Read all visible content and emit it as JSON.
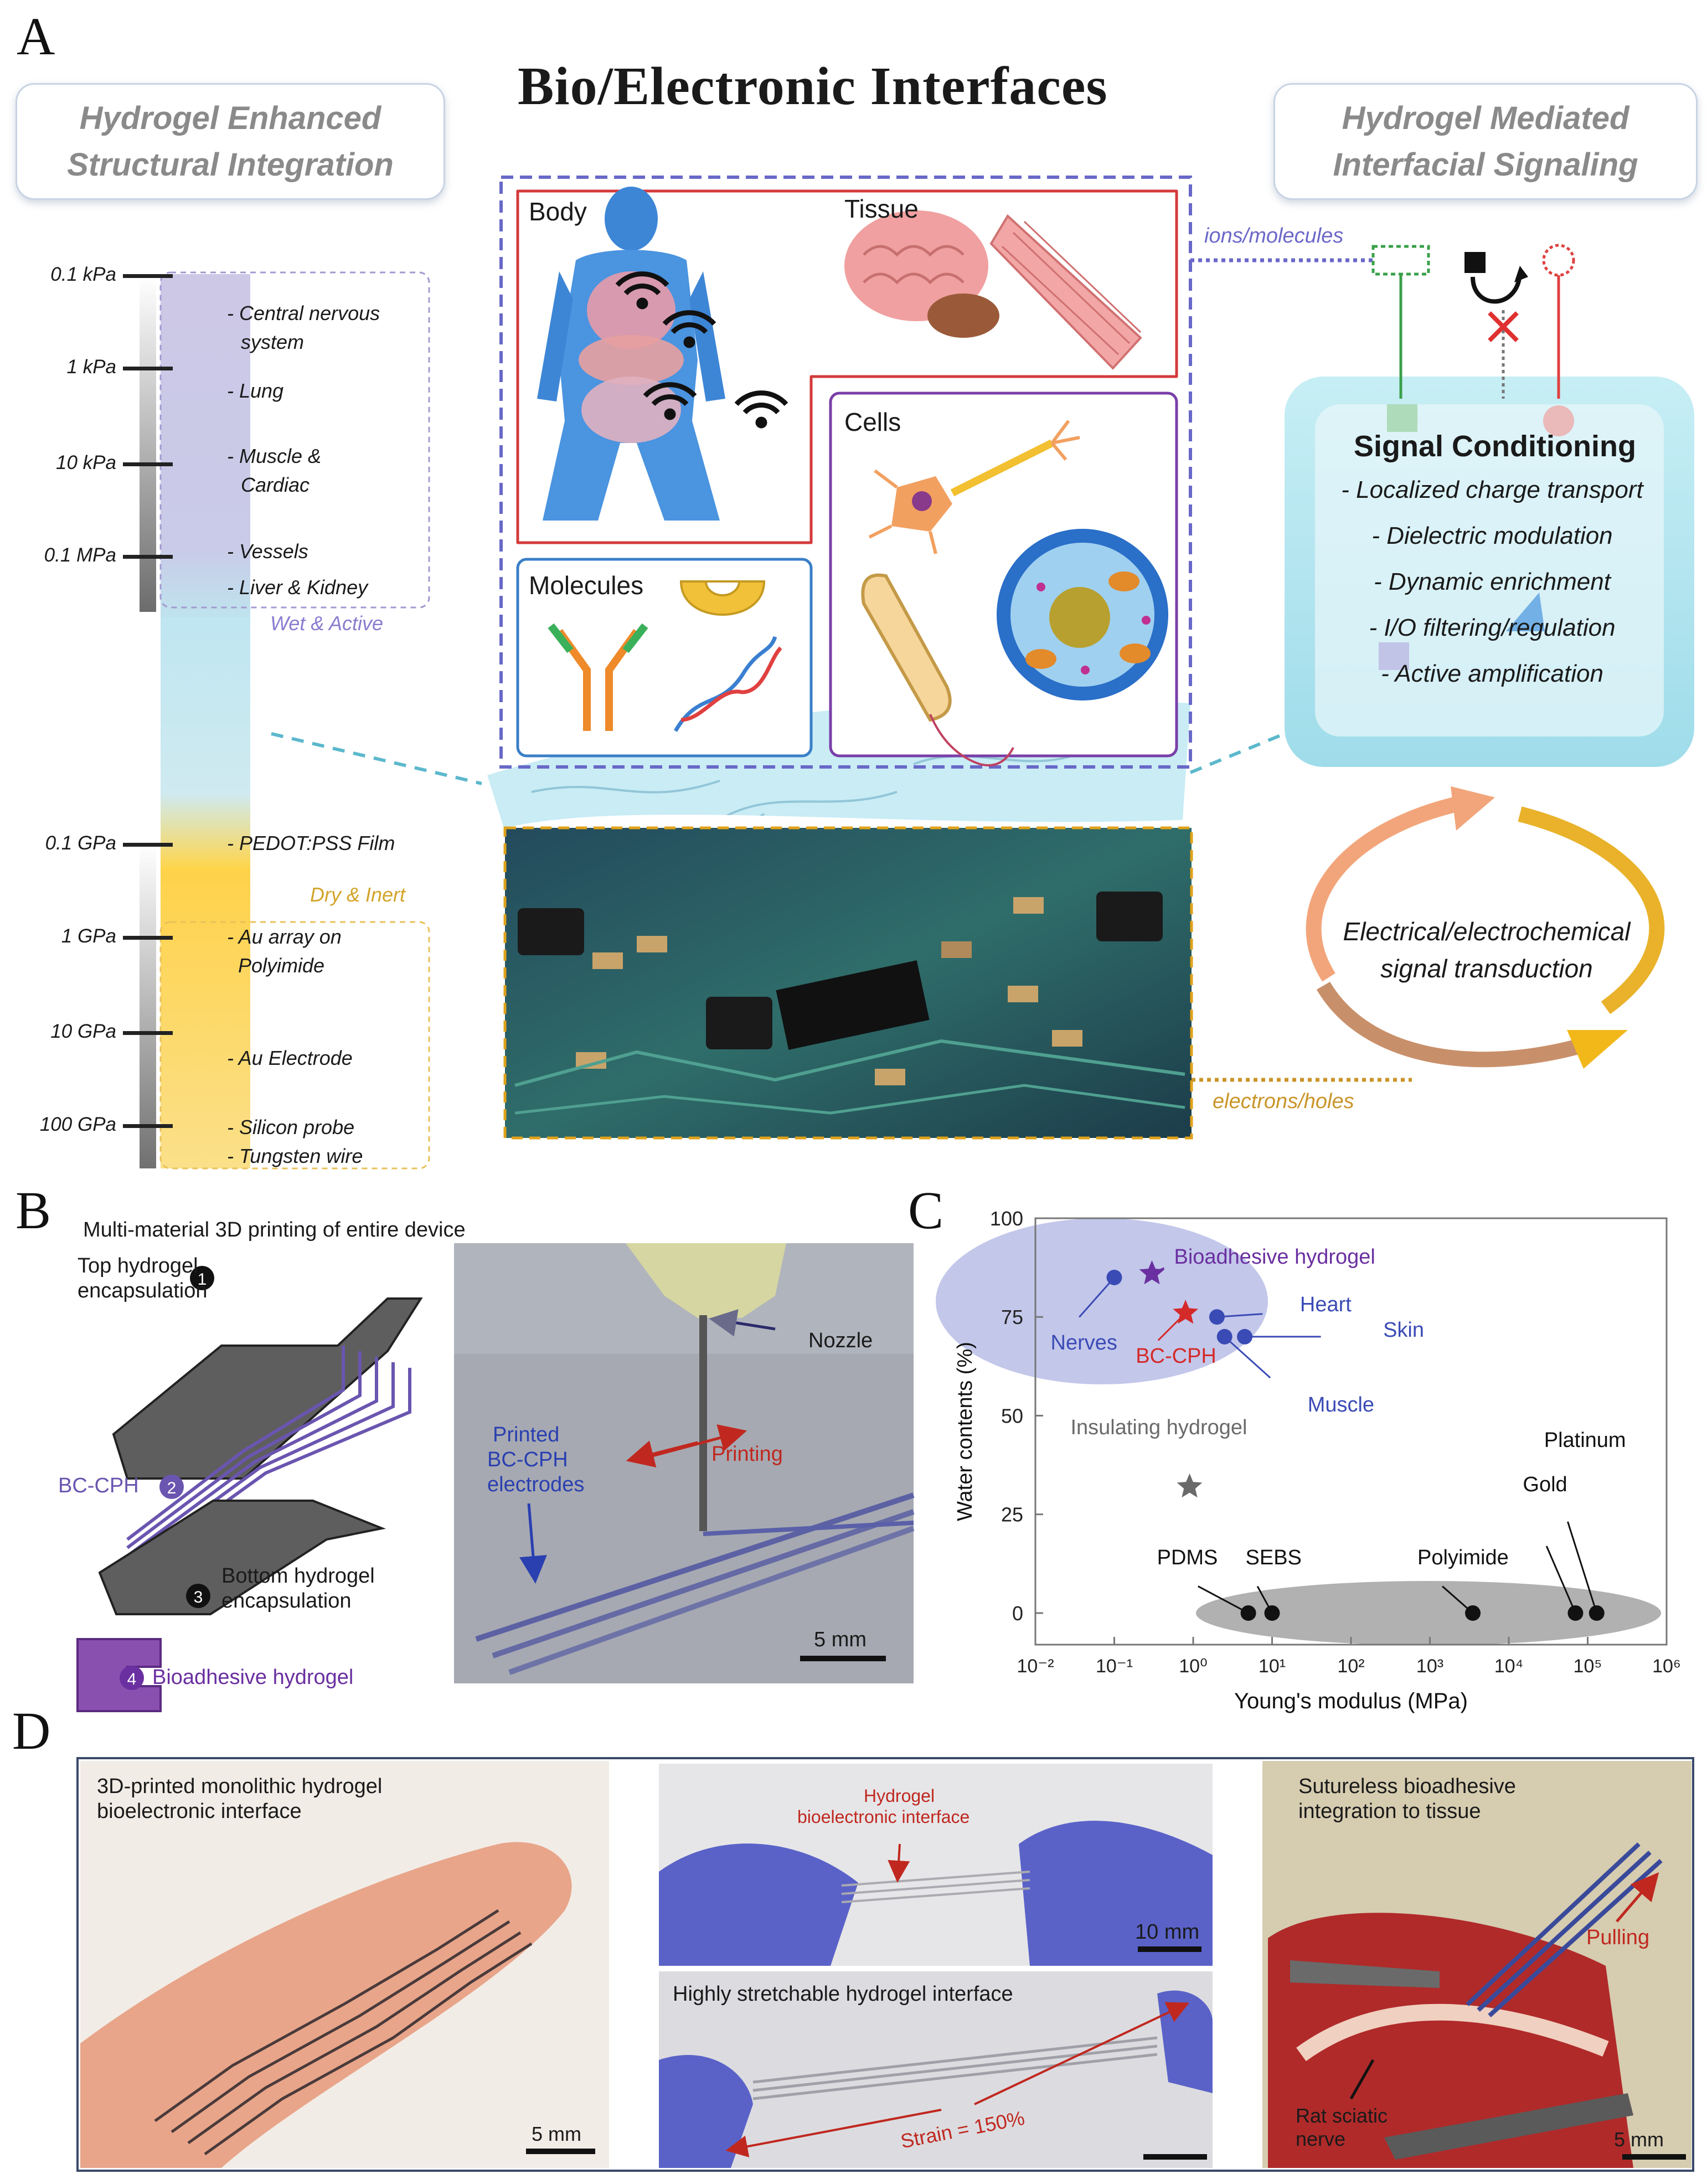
{
  "panels": {
    "a": "A",
    "b": "B",
    "c": "C",
    "d": "D"
  },
  "panel_a": {
    "title": "Bio/Electronic Interfaces",
    "left_header": [
      "Hydrogel Enhanced",
      "Structural Integration"
    ],
    "right_header": [
      "Hydrogel Mediated",
      "Interfacial Signaling"
    ],
    "scale_ticks": [
      "0.1 kPa",
      "1 kPa",
      "10 kPa",
      "0.1 MPa",
      "0.1 GPa",
      "1 GPa",
      "10 GPa",
      "100 GPa"
    ],
    "soft_items": [
      "- Central nervous",
      "system",
      "- Lung",
      "- Muscle &",
      "Cardiac",
      "- Vessels",
      "- Liver & Kidney"
    ],
    "wet_label": "Wet & Active",
    "hard_items": [
      "- PEDOT:PSS Film",
      "- Au array on",
      "Polyimide",
      "- Au Electrode",
      "- Silicon probe",
      "- Tungsten wire"
    ],
    "dry_label": "Dry & Inert",
    "bio_boxes": {
      "body": "Body",
      "tissue": "Tissue",
      "cells": "Cells",
      "molecules": "Molecules"
    },
    "ions_label": "ions/molecules",
    "electrons_label": "electrons/holes",
    "signal_title": "Signal Conditioning",
    "signal_items": [
      "- Localized charge transport",
      "- Dielectric modulation",
      "- Dynamic enrichment",
      "- I/O filtering/regulation",
      "- Active amplification"
    ],
    "transduction": [
      "Electrical/electrochemical",
      "signal transduction"
    ]
  },
  "panel_b": {
    "caption": "Multi-material 3D printing of entire device",
    "layers": [
      {
        "num": "1",
        "label": [
          "Top hydrogel",
          "encapsulation"
        ]
      },
      {
        "num": "2",
        "label": [
          "BC-CPH"
        ]
      },
      {
        "num": "3",
        "label": [
          "Bottom hydrogel",
          "encapsulation"
        ]
      },
      {
        "num": "4",
        "label": [
          "Bioadhesive hydrogel"
        ]
      }
    ],
    "photo_labels": {
      "nozzle": "Nozzle",
      "printing": "Printing",
      "printed": [
        "Printed",
        "BC-CPH",
        "electrodes"
      ],
      "scale": "5 mm"
    }
  },
  "chart_data": {
    "type": "scatter",
    "xlabel": "Young's modulus (MPa)",
    "ylabel": "Water contents (%)",
    "x_scale": "log",
    "xlim": [
      0.01,
      1000000
    ],
    "ylim": [
      -8,
      100
    ],
    "x_ticks": [
      "10⁻²",
      "10⁻¹",
      "10⁰",
      "10¹",
      "10²",
      "10³",
      "10⁴",
      "10⁵",
      "10⁶"
    ],
    "y_ticks": [
      "0",
      "25",
      "50",
      "75",
      "100"
    ],
    "series": [
      {
        "name": "Nerves",
        "x": 0.1,
        "y": 85,
        "color": "#3b4bb5",
        "marker": "circle"
      },
      {
        "name": "Bioadhesive hydrogel",
        "x": 0.3,
        "y": 86,
        "color": "#6a2fa0",
        "marker": "star"
      },
      {
        "name": "BC-CPH",
        "x": 0.8,
        "y": 76,
        "color": "#d42a2a",
        "marker": "star"
      },
      {
        "name": "Heart",
        "x": 2,
        "y": 75,
        "color": "#3b4bb5",
        "marker": "circle"
      },
      {
        "name": "Muscle",
        "x": 2.5,
        "y": 70,
        "color": "#3b4bb5",
        "marker": "circle"
      },
      {
        "name": "Skin",
        "x": 4.5,
        "y": 70,
        "color": "#3b4bb5",
        "marker": "circle"
      },
      {
        "name": "Insulating hydrogel",
        "x": 0.9,
        "y": 32,
        "color": "#6a6a6a",
        "marker": "star"
      },
      {
        "name": "PDMS",
        "x": 5,
        "y": 0,
        "color": "#111111",
        "marker": "circle"
      },
      {
        "name": "SEBS",
        "x": 10,
        "y": 0,
        "color": "#111111",
        "marker": "circle"
      },
      {
        "name": "Polyimide",
        "x": 3500,
        "y": 0,
        "color": "#111111",
        "marker": "circle"
      },
      {
        "name": "Gold",
        "x": 70000,
        "y": 0,
        "color": "#111111",
        "marker": "circle"
      },
      {
        "name": "Platinum",
        "x": 130000,
        "y": 0,
        "color": "#111111",
        "marker": "circle"
      }
    ]
  },
  "panel_d": {
    "finger_label": [
      "3D-printed monolithic hydrogel",
      "bioelectronic interface"
    ],
    "finger_scale": "5 mm",
    "top_mid_label": [
      "Hydrogel",
      "bioelectronic interface"
    ],
    "top_mid_scale": "10 mm",
    "bottom_mid_label": "Highly stretchable hydrogel interface",
    "strain_label": "Strain = 150%",
    "right_label": [
      "Sutureless bioadhesive",
      "integration to tissue"
    ],
    "pulling_label": "Pulling",
    "nerve_label": [
      "Rat sciatic",
      "nerve"
    ],
    "right_scale": "5 mm"
  }
}
